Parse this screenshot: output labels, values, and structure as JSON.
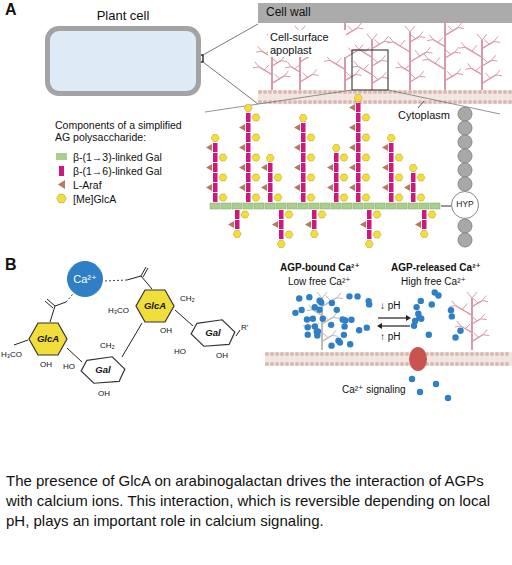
{
  "diagram": {
    "caption": "The presence of GlcA on arabinogalactan drives the interaction of AGPs with calcium ions. This interaction, which is reversible depending on local pH, plays an important role in calcium signaling.",
    "nodes": [
      {
        "text": [
          "Plant cell"
        ]
      },
      {
        "text": [
          "Cell wall"
        ]
      },
      {
        "text": [
          "HYP"
        ]
      },
      {
        "text": [
          "Ca²⁺"
        ]
      },
      {
        "text": [
          "GlcA"
        ]
      },
      {
        "text": [
          "Gal"
        ]
      },
      {
        "text": [
          "GlcA"
        ]
      },
      {
        "text": [
          "Gal"
        ]
      }
    ],
    "labels": [
      "A",
      "Cell-surface apoplast",
      "Cytoplasm",
      "Components of a simplified AG polysaccharide:",
      "B",
      "H₃CO",
      "OH",
      "HO",
      "OH",
      "CH₂",
      "H₃CO",
      "OH",
      "CH₂",
      "HO",
      "OH",
      "R'",
      "AGP-bound Ca²⁺",
      "Low free Ca²⁺",
      "AGP-released Ca²⁺",
      "High free Ca²⁺",
      "↓ pH",
      "↑ pH",
      "Ca²⁺ signaling"
    ],
    "legend": [
      {
        "text": "β-(1→3)-linked Gal",
        "color": "#a9cf8e"
      },
      {
        "text": "β-(1→6)-linked Gal",
        "color": "#d1177e"
      },
      {
        "text": "L-Araf"
      },
      {
        "text": "[Me]GlcA"
      }
    ]
  }
}
